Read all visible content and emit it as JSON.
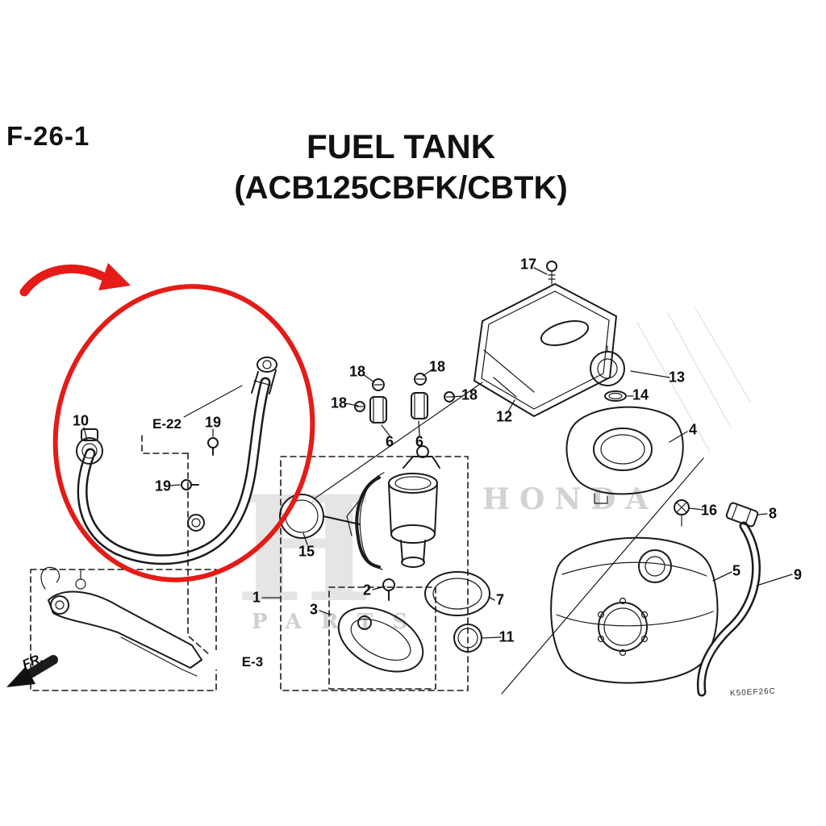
{
  "header": {
    "ref_code": "F-26-1",
    "title_line1": "FUEL TANK",
    "title_line2": "(ACB125CBFK/CBTK)"
  },
  "watermark": {
    "logo_letter": "H",
    "brand": "HONDA",
    "sub_brand": "PARTS"
  },
  "footer": {
    "diagram_code": "K50EF26C"
  },
  "annotations": {
    "highlight_color": "#e41b17",
    "fr_label": "FR.",
    "part_labels": [
      {
        "id": "17",
        "text": "17"
      },
      {
        "id": "18-a",
        "text": "18"
      },
      {
        "id": "18-b",
        "text": "18"
      },
      {
        "id": "18-c",
        "text": "18"
      },
      {
        "id": "18-d",
        "text": "18"
      },
      {
        "id": "12",
        "text": "12"
      },
      {
        "id": "13",
        "text": "13"
      },
      {
        "id": "14",
        "text": "14"
      },
      {
        "id": "4",
        "text": "4"
      },
      {
        "id": "6-a",
        "text": "6"
      },
      {
        "id": "6-b",
        "text": "6"
      },
      {
        "id": "10",
        "text": "10"
      },
      {
        "id": "e22",
        "text": "E-22"
      },
      {
        "id": "19-a",
        "text": "19"
      },
      {
        "id": "19-b",
        "text": "19"
      },
      {
        "id": "15",
        "text": "15"
      },
      {
        "id": "16",
        "text": "16"
      },
      {
        "id": "8",
        "text": "8"
      },
      {
        "id": "9",
        "text": "9"
      },
      {
        "id": "5",
        "text": "5"
      },
      {
        "id": "1",
        "text": "1"
      },
      {
        "id": "2",
        "text": "2"
      },
      {
        "id": "3",
        "text": "3"
      },
      {
        "id": "7",
        "text": "7"
      },
      {
        "id": "11",
        "text": "11"
      },
      {
        "id": "e3",
        "text": "E-3"
      }
    ]
  }
}
